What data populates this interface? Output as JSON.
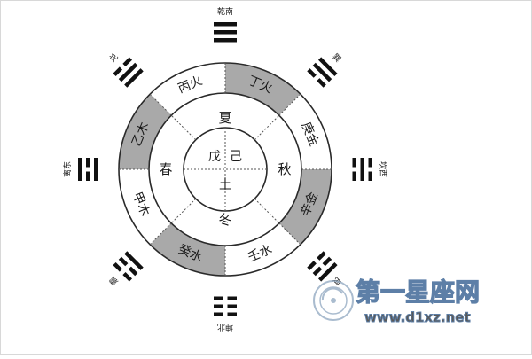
{
  "outer_segments": [
    {
      "label": "丙火",
      "shaded": false
    },
    {
      "label": "丁火",
      "shaded": true
    },
    {
      "label": "庚金",
      "shaded": false
    },
    {
      "label": "辛金",
      "shaded": true
    },
    {
      "label": "壬水",
      "shaded": false
    },
    {
      "label": "癸水",
      "shaded": true
    },
    {
      "label": "甲木",
      "shaded": false
    },
    {
      "label": "乙木",
      "shaded": true
    }
  ],
  "seasons": {
    "north": "夏",
    "east": "秋",
    "south": "冬",
    "west": "春"
  },
  "center": {
    "top_left": "戊",
    "top_right": "己",
    "bottom": "土"
  },
  "trigrams": [
    {
      "name": "乾南",
      "lines": "111"
    },
    {
      "name": "巽",
      "lines": "110"
    },
    {
      "name": "坎西",
      "lines": "010"
    },
    {
      "name": "艮",
      "lines": "100"
    },
    {
      "name": "坤北",
      "lines": "000"
    },
    {
      "name": "震",
      "lines": "001"
    },
    {
      "name": "离东",
      "lines": "101"
    },
    {
      "name": "兑",
      "lines": "011"
    }
  ],
  "colors": {
    "shade": "#a9a9a9",
    "line": "#2a2a2a",
    "divider": "#555555",
    "wm_blue": "#1f4e86"
  },
  "watermark": {
    "title": "第一星座网",
    "url": "www.d1xz.net"
  }
}
